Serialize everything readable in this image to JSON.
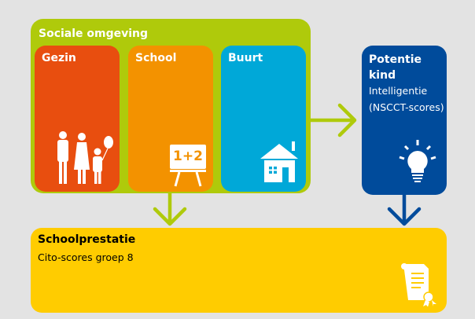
{
  "title": "Sociale omgeving",
  "gezin": "Gezin",
  "school": "School",
  "school_icon_text": "1+2",
  "buurt": "Buurt",
  "potentie": {
    "title_line1": "Potentie",
    "title_line2": "kind",
    "sub1": "Intelligentie",
    "sub2": "(NSCCT-scores)"
  },
  "schoolprestatie": {
    "title": "Schoolprestatie",
    "sub": "Cito-scores groep 8"
  },
  "colors": {
    "green": "#afca0b",
    "orange_red": "#e84e0f",
    "orange": "#f39200",
    "blue_light": "#00a8d8",
    "blue_dark": "#004b9b",
    "yellow": "#ffcc00"
  }
}
